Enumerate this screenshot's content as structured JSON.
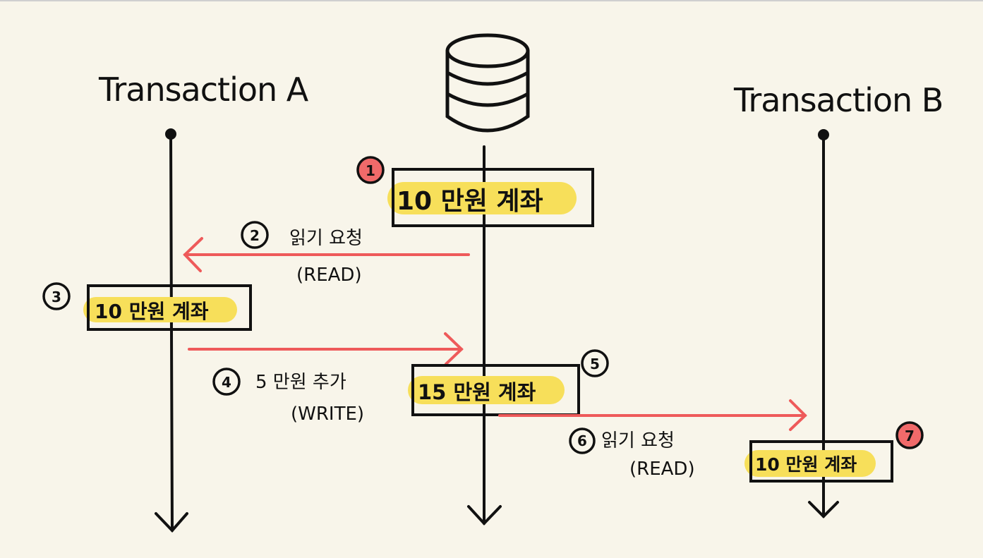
{
  "participants": {
    "a": "Transaction A",
    "b": "Transaction B"
  },
  "steps": {
    "s1": {
      "num": "1",
      "box": "10 만원 계좌"
    },
    "s2": {
      "num": "2",
      "line1": "읽기 요청",
      "line2": "(READ)"
    },
    "s3": {
      "num": "3",
      "box": "10 만원 계좌"
    },
    "s4": {
      "num": "4",
      "line1": "5 만원 추가",
      "line2": "(WRITE)"
    },
    "s5": {
      "num": "5",
      "box": "15 만원 계좌"
    },
    "s6": {
      "num": "6",
      "line1": "읽기 요청",
      "line2": "(READ)"
    },
    "s7": {
      "num": "7",
      "box": "10 만원 계좌"
    }
  },
  "colors": {
    "background": "#f8f5ea",
    "line": "#111111",
    "arrow_red": "#ee5a5a",
    "highlight": "#f7df5a",
    "badge_red": "#f06a6a"
  }
}
